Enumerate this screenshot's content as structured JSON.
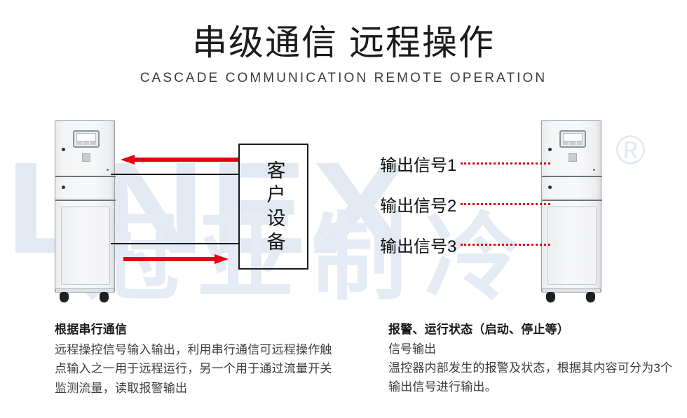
{
  "header": {
    "title": "串级通信 远程操作",
    "subtitle": "CASCADE COMMUNICATION REMOTE OPERATION"
  },
  "watermark": {
    "latin": "LNEX",
    "registered": "®",
    "cjk": "冠亚制冷"
  },
  "diagram": {
    "customer_box_label": "客户设备",
    "arrow_to_chiller": "signal input arrow pointing left to chiller",
    "arrow_to_customer": "signal output arrow pointing right to customer equipment",
    "signals": [
      {
        "label": "输出信号1"
      },
      {
        "label": "输出信号2"
      },
      {
        "label": "输出信号3"
      }
    ]
  },
  "descriptions": {
    "left": {
      "title": "根据串行通信",
      "body": "远程操控信号输入输出，利用串行通信可远程操作触点输入之一用于远程运行，另一个用于通过流量开关监测流量，读取报警输出"
    },
    "right": {
      "title": "报警、运行状态（启动、停止等）",
      "subtitle": "信号输出",
      "body": "温控器内部发生的报警及状态，根据其内容可分为3个输出信号进行输出。"
    }
  },
  "colors": {
    "arrow_red": "#e50012",
    "dotted_red": "#e50012",
    "watermark_blue": "#e3e9f3",
    "line_black": "#1a1a1a"
  }
}
